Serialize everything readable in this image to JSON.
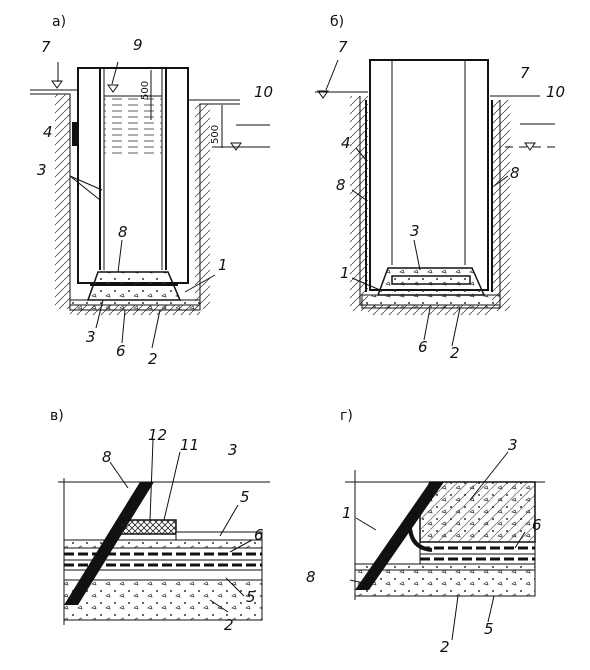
{
  "panels": {
    "a": "а)",
    "b": "б)",
    "c": "в)",
    "d": "г)"
  },
  "panel_a": {
    "labels": [
      "7",
      "9",
      "10",
      "4",
      "3",
      "8",
      "1",
      "3",
      "6",
      "2"
    ],
    "dims": [
      "500",
      "500"
    ]
  },
  "panel_b": {
    "labels": [
      "7",
      "7",
      "10",
      "4",
      "8",
      "8",
      "3",
      "1",
      "6",
      "2"
    ]
  },
  "panel_c": {
    "labels": [
      "8",
      "12",
      "11",
      "3",
      "5",
      "6",
      "5",
      "2"
    ]
  },
  "panel_d": {
    "labels": [
      "3",
      "1",
      "6",
      "8",
      "2",
      "5"
    ]
  }
}
